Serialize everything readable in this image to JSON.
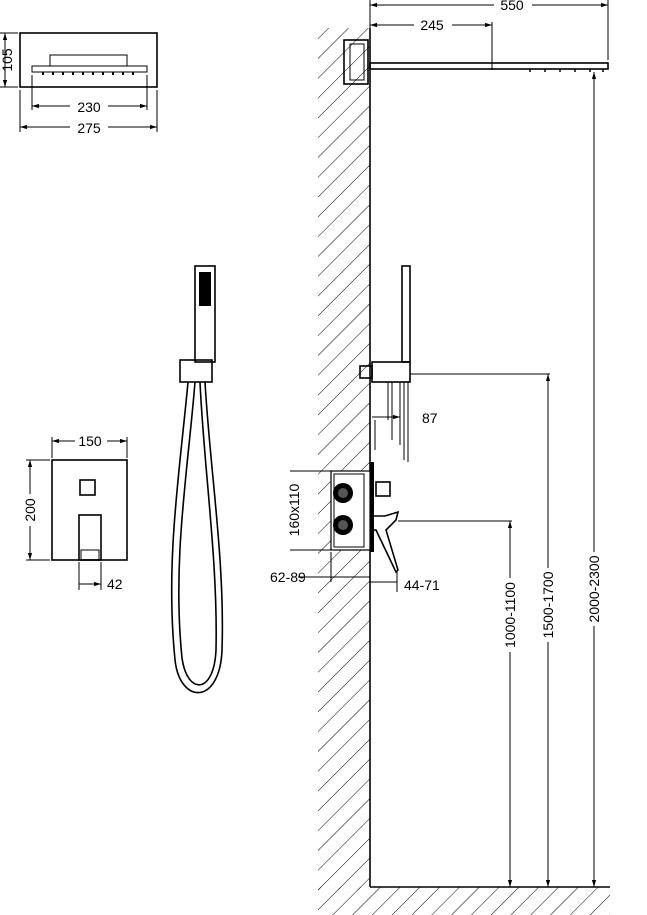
{
  "dimensions": {
    "head_height": "105",
    "head_inner_width": "230",
    "head_outer_width": "275",
    "mixer_width": "150",
    "mixer_height": "200",
    "mixer_depth": "42",
    "arm_length": "550",
    "arm_wall_offset": "245",
    "holder_offset": "87",
    "box_size": "160x110",
    "box_depth": "62-89",
    "lever_projection": "44-71",
    "mixer_height_range": "1000-1100",
    "handshower_height_range": "1500-1700",
    "head_height_range": "2000-2300"
  }
}
